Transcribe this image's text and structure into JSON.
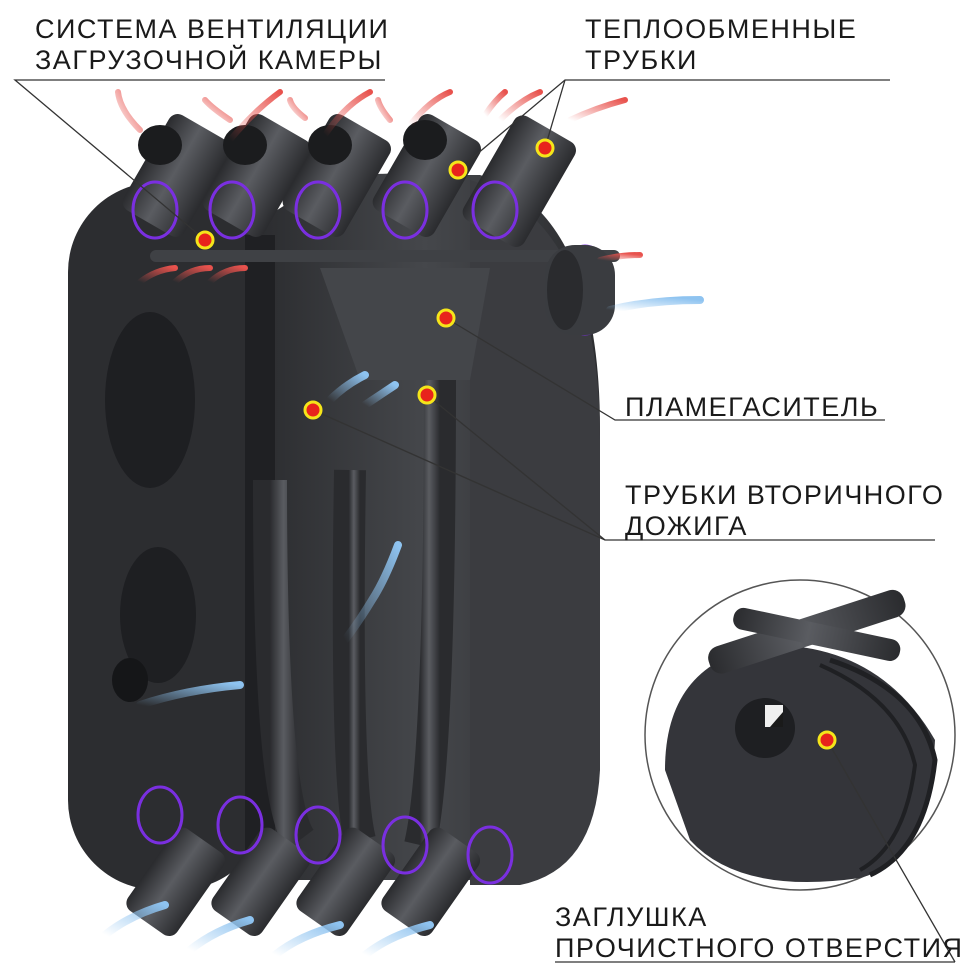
{
  "labels": {
    "vent_system": {
      "line1": "СИСТЕМА ВЕНТИЛЯЦИИ",
      "line2": "ЗАГРУЗОЧНОЙ КАМЕРЫ"
    },
    "heat_tubes": {
      "line1": "ТЕПЛООБМЕННЫЕ",
      "line2": "ТРУБКИ"
    },
    "flame_arrester": {
      "line1": "ПЛАМЕГАСИТЕЛЬ"
    },
    "afterburn_tubes": {
      "line1": "ТРУБКИ ВТОРИЧНОГО",
      "line2": "ДОЖИГА"
    },
    "cleanout_plug": {
      "line1": "ЗАГЛУШКА",
      "line2": "ПРОЧИСТНОГО ОТВЕРСТИЯ"
    }
  },
  "colors": {
    "body": "#3a3b3e",
    "body_dark": "#232427",
    "ring": "#7a2fe0",
    "hot_arrow": "#e8524d",
    "cold_arrow": "#8ec3f0",
    "marker_fill": "#e8231c",
    "marker_ring": "#f5e51a",
    "leader": "#333333"
  }
}
